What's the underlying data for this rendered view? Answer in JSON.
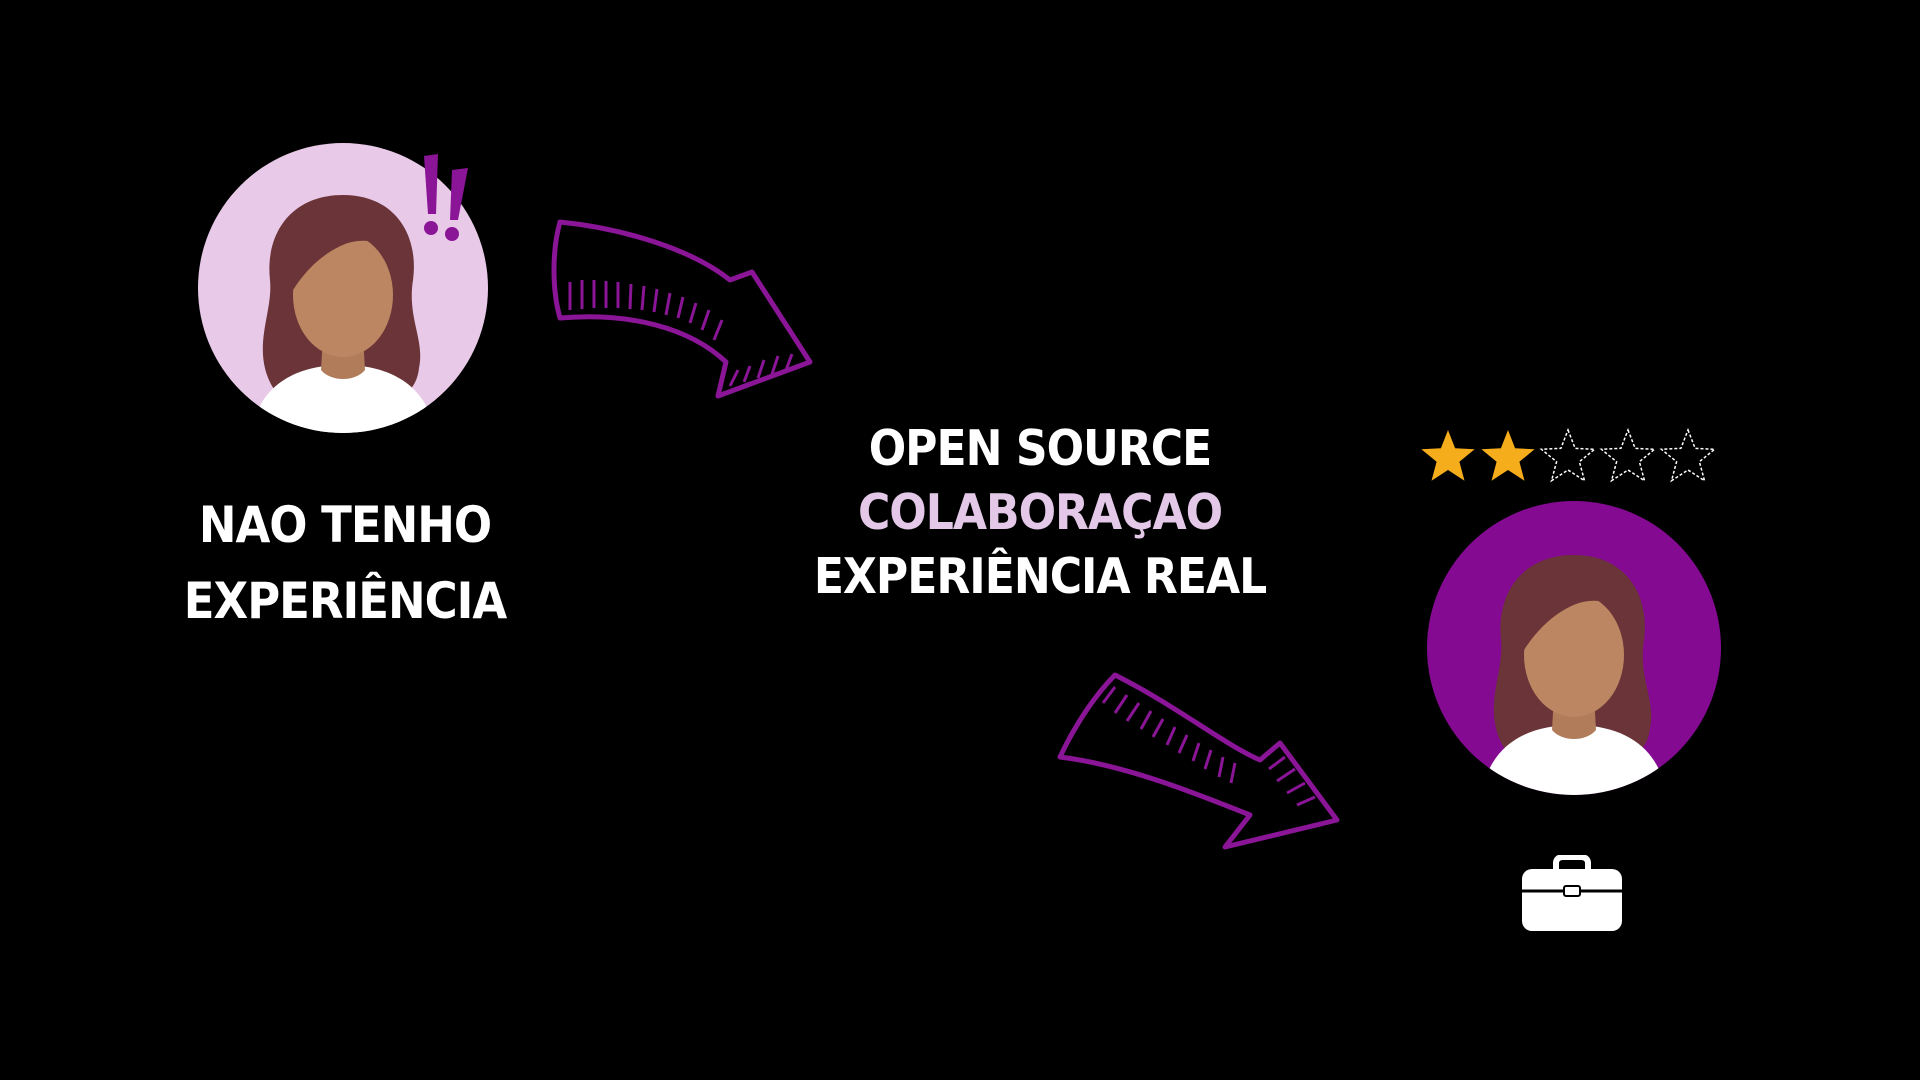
{
  "left": {
    "line1": "NAO TENHO",
    "line2": "EXPERIÊNCIA",
    "circle_color": "#e8c9e8",
    "alert_icon": "double-exclamation-icon",
    "alert_color": "#8a1596"
  },
  "middle": {
    "line1": "OPEN SOURCE",
    "line2": "COLABORAÇAO",
    "line3": "EXPERIÊNCIA REAL",
    "accent_color": "#e3c8e8"
  },
  "right": {
    "circle_color": "#850a92",
    "rating": 2,
    "rating_max": 5,
    "star_color": "#f6ad1c",
    "job_icon": "briefcase-icon"
  },
  "arrows": {
    "color": "#8a1596"
  }
}
